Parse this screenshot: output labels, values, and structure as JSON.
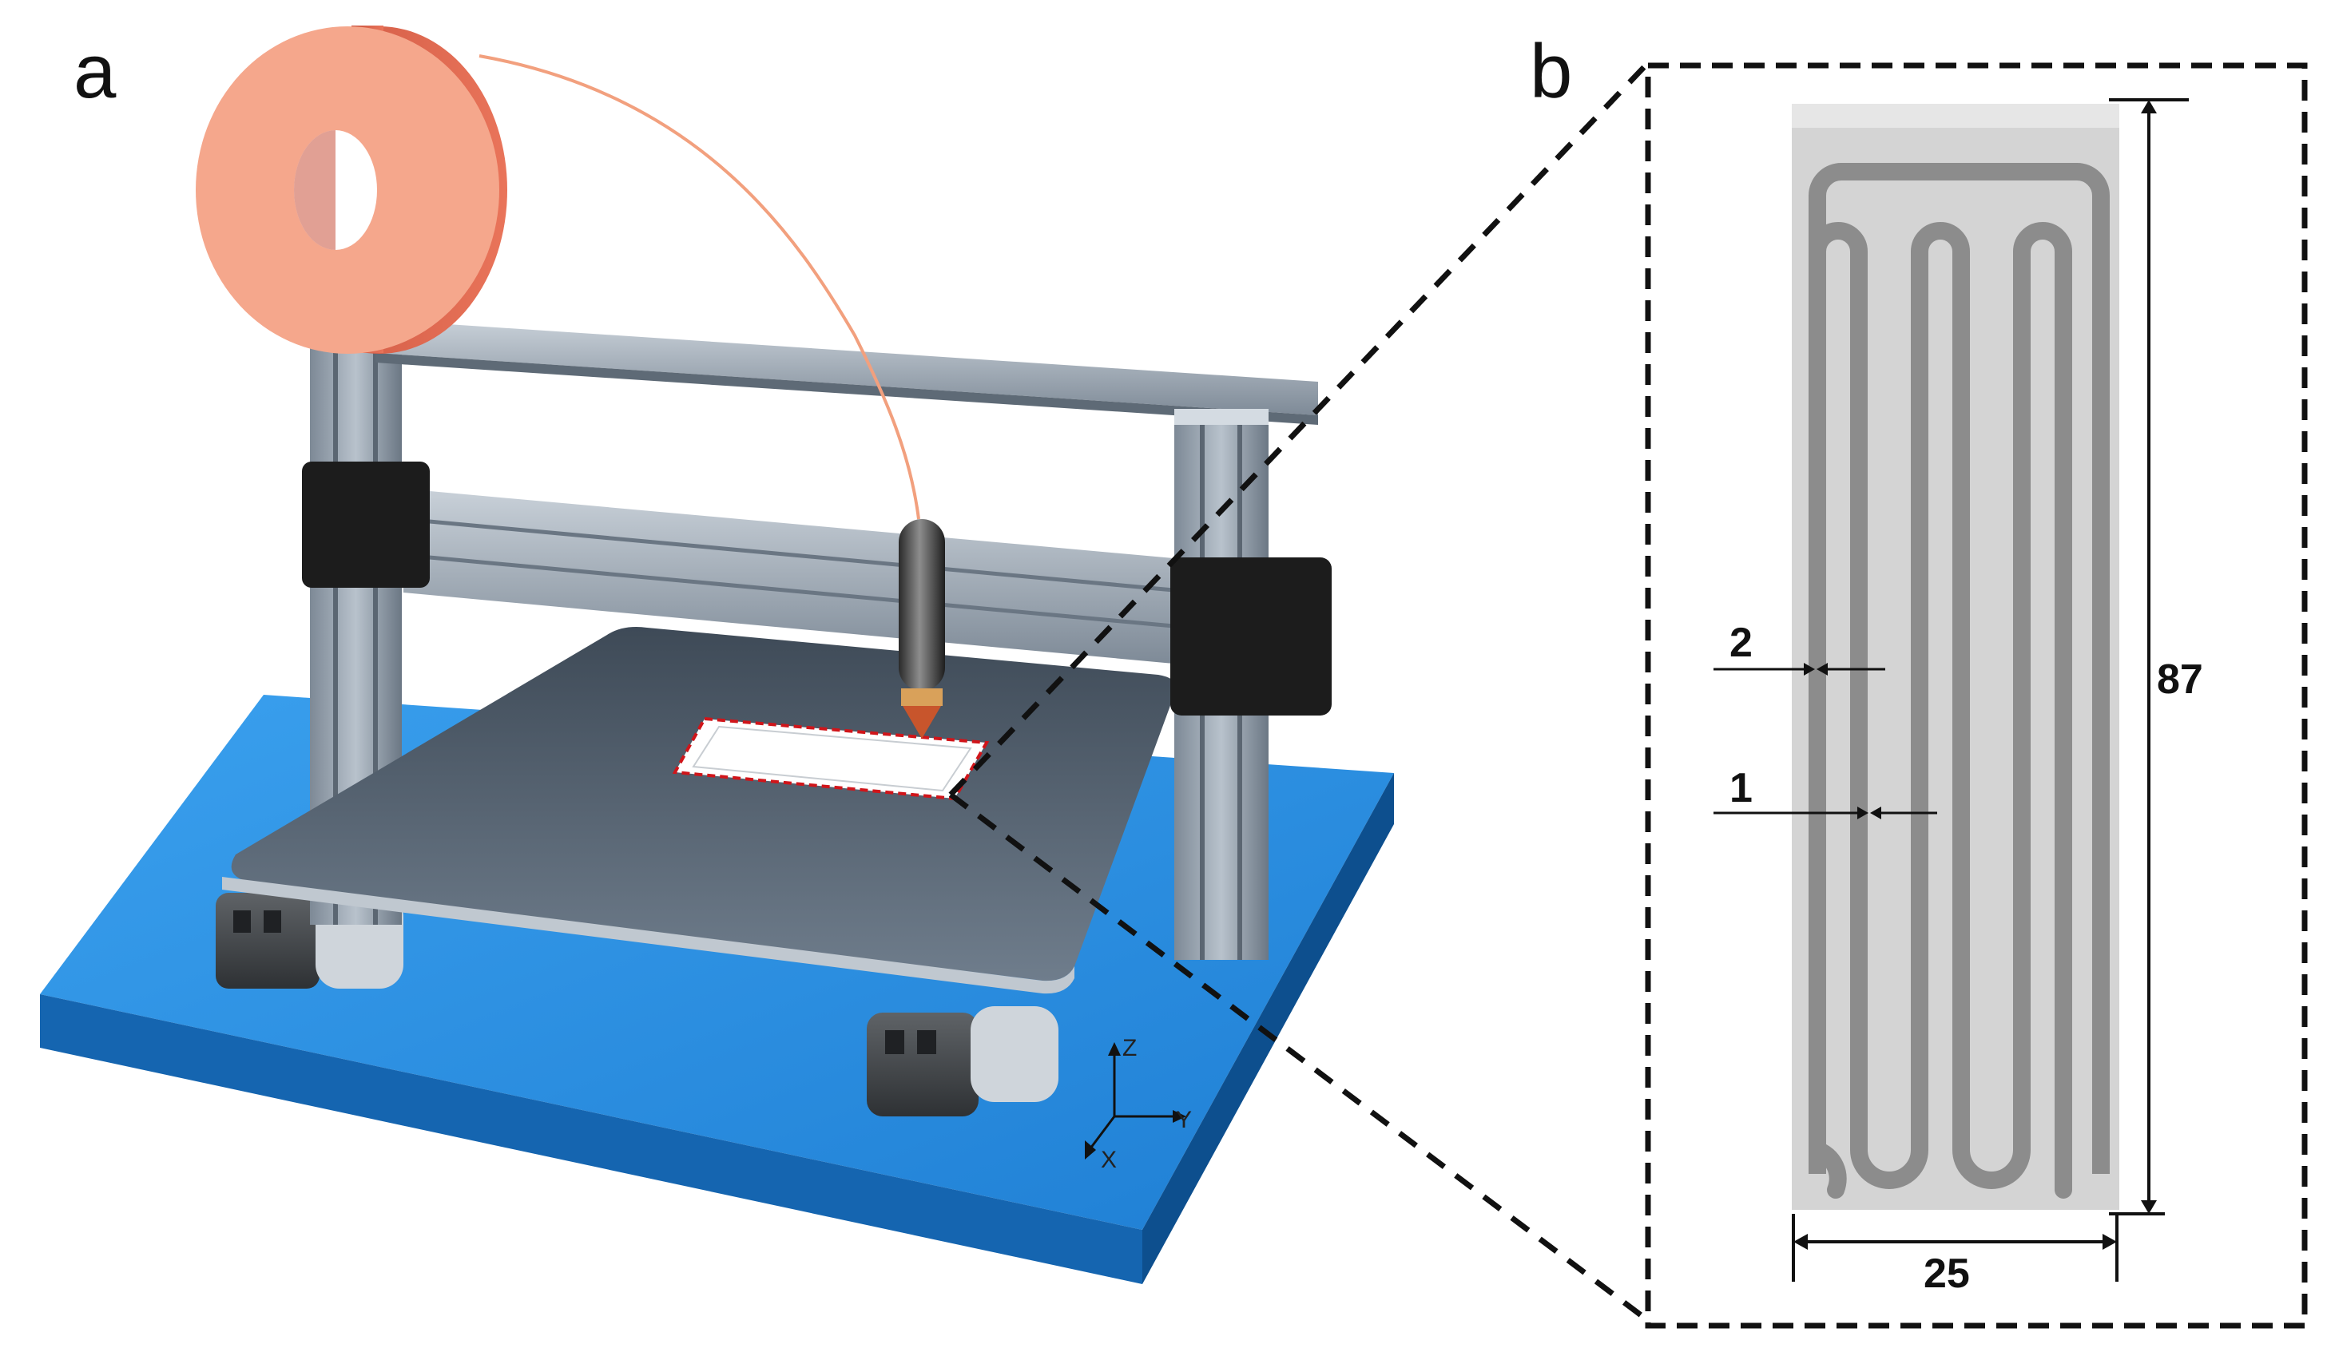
{
  "panels": {
    "a": {
      "label": "a"
    },
    "b": {
      "label": "b"
    }
  },
  "axes": {
    "z": "Z",
    "y": "Y",
    "x": "X"
  },
  "dimensions": {
    "length": "87",
    "width": "25",
    "trace_width": "2",
    "trace_gap": "1"
  },
  "colors": {
    "filament_spool": "#f5a78c",
    "filament": "#f2a07e",
    "frame_aluminium": "#9aa6b2",
    "frame_clamp": "#1c1c1c",
    "print_bed": "#5a6776",
    "base_plate": "#2f8fe0",
    "nozzle_tip": "#c8552c",
    "print_area_outline": "#d0151a",
    "heater_trace": "#8c8c8c",
    "heater_substrate": "#d4d4d4"
  }
}
